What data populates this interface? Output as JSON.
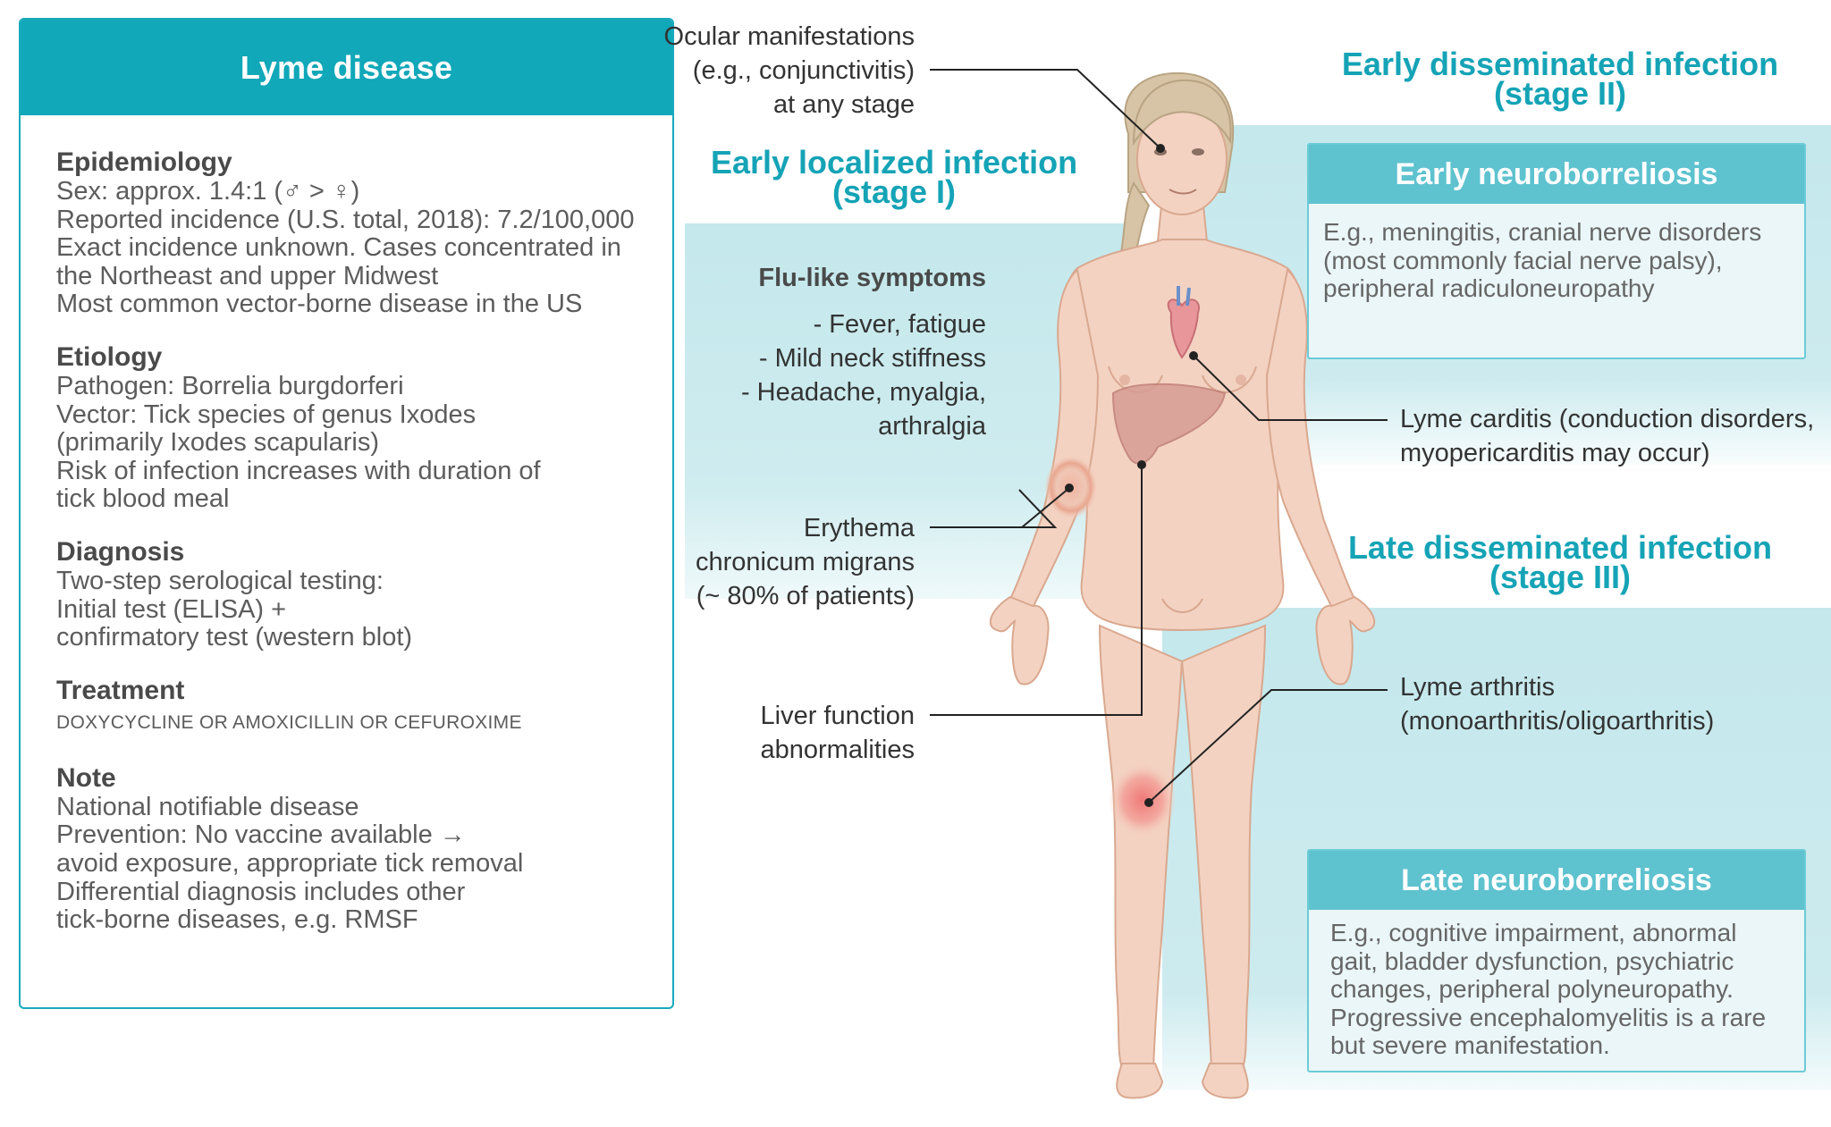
{
  "info_card": {
    "title": "Lyme disease",
    "sections": [
      {
        "heading": "Epidemiology",
        "lines": [
          "Sex: approx. 1.4:1 (♂ > ♀)",
          "Reported incidence (U.S. total, 2018): 7.2/100,000",
          "Exact incidence unknown. Cases concentrated in",
          "the Northeast and upper Midwest",
          "Most common vector-borne disease in the US"
        ]
      },
      {
        "heading": "Etiology",
        "lines": [
          "Pathogen: Borrelia burgdorferi",
          "Vector: Tick species of genus Ixodes",
          "(primarily Ixodes scapularis)",
          "Risk of infection increases with duration of",
          "tick blood meal"
        ]
      },
      {
        "heading": "Diagnosis",
        "lines": [
          "Two-step serological testing:",
          "Initial test (ELISA) +",
          "confirmatory test (western blot)"
        ]
      },
      {
        "heading": "Treatment",
        "lines": [
          "DOXYCYCLINE OR AMOXICILLIN OR CEFUROXIME"
        ]
      },
      {
        "heading": "Note",
        "lines": [
          "National notifiable disease",
          "Prevention: No vaccine available →",
          "avoid exposure, appropriate tick removal",
          "Differential diagnosis includes other",
          "tick-borne diseases, e.g. RMSF"
        ]
      }
    ]
  },
  "stages": {
    "stage1": [
      "Early localized infection",
      "(stage I)"
    ],
    "stage2": [
      "Early disseminated infection",
      "(stage II)"
    ],
    "stage3": [
      "Late disseminated infection",
      "(stage III)"
    ]
  },
  "labels": {
    "ocular": [
      "Ocular manifestations",
      "(e.g., conjunctivitis)",
      "at any stage"
    ],
    "flu_heading": "Flu-like symptoms",
    "flu_lines": [
      "- Fever, fatigue",
      "- Mild neck stiffness",
      "- Headache, myalgia,",
      "arthralgia"
    ],
    "erythema": [
      "Erythema",
      "chronicum migrans",
      "(~ 80% of patients)"
    ],
    "liver": [
      "Liver function",
      "abnormalities"
    ],
    "carditis": [
      "Lyme carditis (conduction disorders,",
      "myopericarditis may occur)"
    ],
    "arthritis": [
      "Lyme arthritis",
      "(monoarthritis/oligoarthritis)"
    ]
  },
  "early_neuro": {
    "title": "Early neuroborreliosis",
    "lines": [
      "E.g., meningitis, cranial nerve disorders",
      "(most commonly facial nerve palsy),",
      "peripheral radiculoneuropathy"
    ]
  },
  "late_neuro": {
    "title": "Late neuroborreliosis",
    "lines": [
      "E.g., cognitive impairment, abnormal",
      "gait, bladder dysfunction, psychiatric",
      "changes, peripheral polyneuropathy.",
      "Progressive encephalomyelitis is a rare",
      "but severe manifestation."
    ]
  },
  "colors": {
    "teal_header": "#11a8b9",
    "teal_text": "#15a3b6",
    "band": "#c4e8ec",
    "neuro_head": "#5ec2cf",
    "skin": "#f3d2c2"
  }
}
